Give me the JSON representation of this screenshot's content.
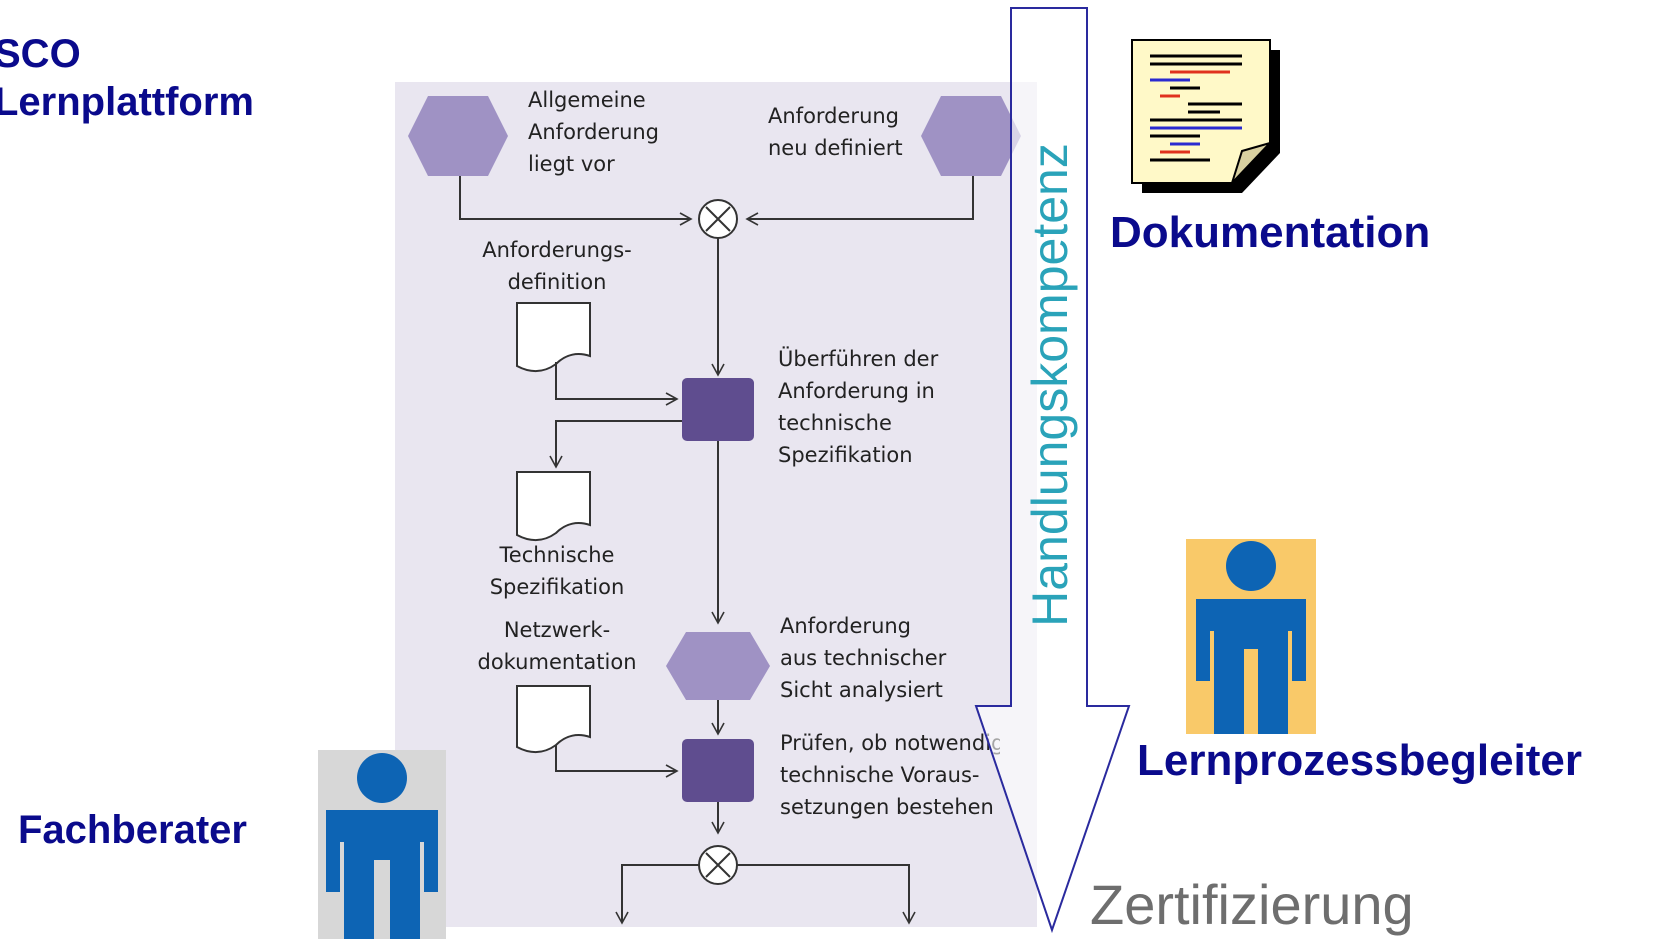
{
  "header": {
    "title_line1": "SCO",
    "title_line2": "Lernplattform"
  },
  "labels": {
    "fachberater": "Fachberater",
    "dokumentation": "Dokumentation",
    "lernprozessbegleiter": "Lernprozessbegleiter",
    "zertifizierung": "Zertifizierung",
    "handlungskompetenz": "Handlungskompetenz"
  },
  "process": {
    "event_start_left": "Allgemeine\nAnforderung\nliegt vor",
    "event_start_right": "Anforderung\nneu definiert",
    "doc_requirements": "Anforderungs-\ndefinition",
    "function_1": "Überführen der\nAnforderung in\ntechnische\nSpezifikation",
    "doc_tech_spec": "Technische\nSpezifikation",
    "doc_network": "Netzwerk-\ndokumentation",
    "event_analyzed": "Anforderung\naus technischer\nSicht analysiert",
    "function_2": "Prüfen, ob notwendige\ntechnische Voraus-\nsetzungen bestehen"
  },
  "colors": {
    "navy": "#0a0a8c",
    "teal": "#2aa3b9",
    "person_blue": "#0d64b4",
    "event_purple": "#9f92c4",
    "function_purple": "#5f4d8f",
    "panel_bg": "#e9e6f0",
    "gold_bg": "#f9c969",
    "gray_bg": "#d7d7d7"
  },
  "icons": [
    "person-icon",
    "document-icon",
    "xor-connector-icon",
    "down-arrow-icon"
  ]
}
